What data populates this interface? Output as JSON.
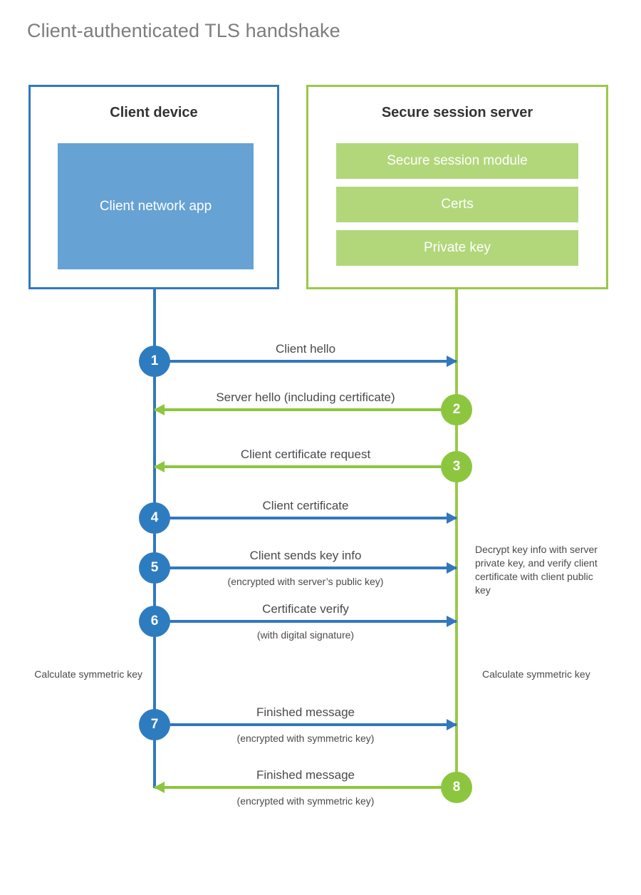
{
  "title": "Client-authenticated TLS handshake",
  "colors": {
    "client_border": "#3178be",
    "client_fill": "#66a2d4",
    "server_border": "#9bc84a",
    "server_fill": "#b2d77b",
    "client_accent": "#2e7cc0",
    "server_accent": "#8cc63f",
    "text": "#4a4a4a",
    "title_text": "#7d7d7d"
  },
  "parties": {
    "client": {
      "title": "Client device",
      "component": "Client network app"
    },
    "server": {
      "title": "Secure session server",
      "components": [
        "Secure session module",
        "Certs",
        "Private key"
      ]
    }
  },
  "steps": [
    {
      "number": "1",
      "label": "Client hello",
      "sub": "",
      "direction": "to-server"
    },
    {
      "number": "2",
      "label": "Server hello (including certificate)",
      "sub": "",
      "direction": "to-client"
    },
    {
      "number": "3",
      "label": "Client certificate request",
      "sub": "",
      "direction": "to-client"
    },
    {
      "number": "4",
      "label": "Client certificate",
      "sub": "",
      "direction": "to-server"
    },
    {
      "number": "5",
      "label": "Client sends key info",
      "sub": "(encrypted with server’s public key)",
      "direction": "to-server"
    },
    {
      "number": "6",
      "label": "Certificate verify",
      "sub": "(with digital signature)",
      "direction": "to-server"
    },
    {
      "number": "7",
      "label": "Finished message",
      "sub": "(encrypted with symmetric key)",
      "direction": "to-server"
    },
    {
      "number": "8",
      "label": "Finished message",
      "sub": "(encrypted with symmetric key)",
      "direction": "to-client"
    }
  ],
  "annotations": {
    "server_decrypt": "Decrypt key info with server private key, and verify client certificate with client public key",
    "client_calculate": "Calculate symmetric key",
    "server_calculate": "Calculate symmetric key"
  }
}
